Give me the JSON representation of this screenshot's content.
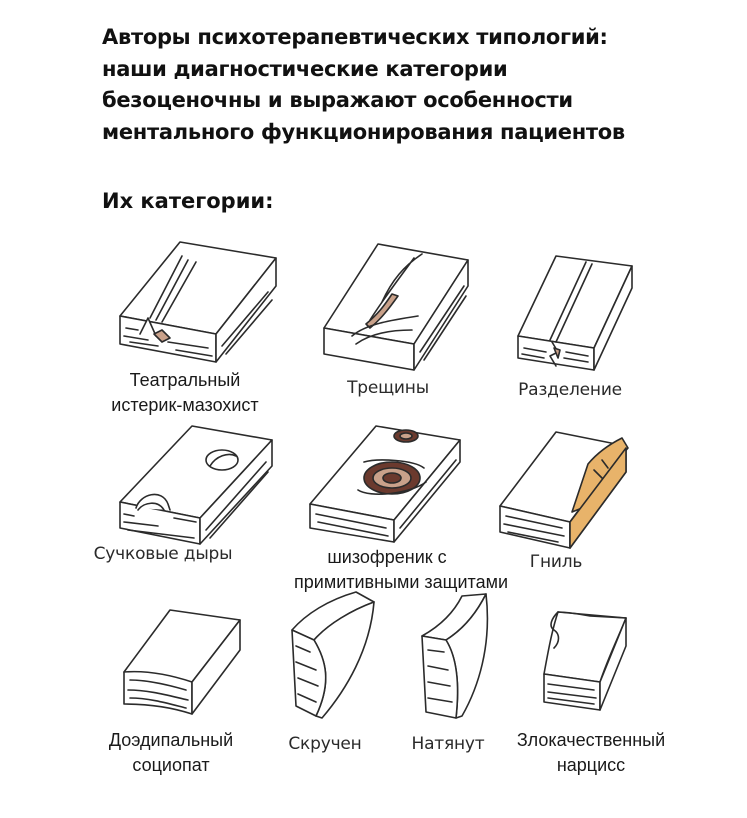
{
  "heading": {
    "lines": [
      "Авторы психотерапевтических типологий:",
      "наши диагностические категории",
      "безоценочны и выражают особенности",
      "ментального функционирования пациентов"
    ]
  },
  "subheading": "Их категории:",
  "items": [
    {
      "id": "theatrical",
      "lines": [
        "Театральный",
        "истерик-мазохист"
      ],
      "icon": "wood-beam-slanted-cracks"
    },
    {
      "id": "cracks",
      "lines": [
        "Трещины"
      ],
      "icon": "wood-beam-cracks"
    },
    {
      "id": "split",
      "lines": [
        "Разделение"
      ],
      "icon": "wood-beam-split"
    },
    {
      "id": "knot-holes",
      "lines": [
        "Сучковые дыры"
      ],
      "icon": "wood-beam-knot-holes"
    },
    {
      "id": "schizo",
      "lines": [
        "шизофреник с",
        "примитивными защитами"
      ],
      "icon": "wood-beam-knots"
    },
    {
      "id": "rot",
      "lines": [
        "Гниль"
      ],
      "icon": "wood-beam-rot"
    },
    {
      "id": "oedipal",
      "lines": [
        "Доэдипальный",
        "социопат"
      ],
      "icon": "wood-beam-bowed"
    },
    {
      "id": "twisted",
      "lines": [
        "Скручен"
      ],
      "icon": "wood-beam-twisted"
    },
    {
      "id": "stretched",
      "lines": [
        "Натянут"
      ],
      "icon": "wood-beam-crooked"
    },
    {
      "id": "malignant",
      "lines": [
        "Злокачественный",
        "нарцисс"
      ],
      "icon": "wood-beam-cupped"
    }
  ],
  "colors": {
    "text": "#111111",
    "stroke": "#2b2b2b",
    "wood_stain": "#c9a18a",
    "knot_dark": "#6b3a2e",
    "rot_orange": "#e8b36a"
  }
}
